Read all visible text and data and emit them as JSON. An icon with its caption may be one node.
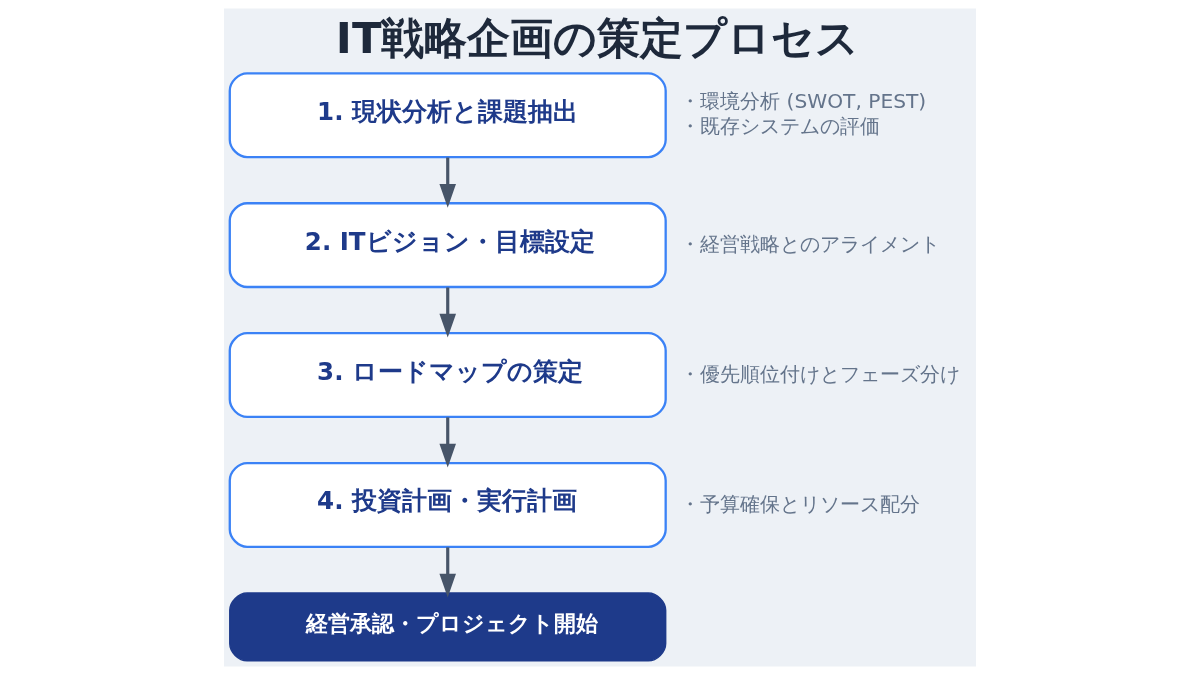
{
  "diagram": {
    "title": "IT戦略企画の策定プロセス",
    "nodes": [
      {
        "text": [
          "1. 現状分析と課題抽出"
        ],
        "beside": [
          "・環境分析 (SWOT, PEST)",
          "・既存システムの評価"
        ]
      },
      {
        "text": [
          "2. ITビジョン・目標設定"
        ],
        "beside": [
          "・経営戦略とのアライメント"
        ]
      },
      {
        "text": [
          "3. ロードマップの策定"
        ],
        "beside": [
          "・優先順位付けとフェーズ分け"
        ]
      },
      {
        "text": [
          "4. 投資計画・実行計画"
        ],
        "beside": [
          "・予算確保とリソース配分"
        ]
      },
      {
        "text": [
          "経営承認・プロジェクト開始"
        ]
      }
    ],
    "edges": [
      {
        "from": 0,
        "to": 1,
        "arrow": "to"
      },
      {
        "from": 1,
        "to": 2,
        "arrow": "to"
      },
      {
        "from": 2,
        "to": 3,
        "arrow": "to"
      },
      {
        "from": 3,
        "to": 4,
        "arrow": "to"
      }
    ]
  }
}
